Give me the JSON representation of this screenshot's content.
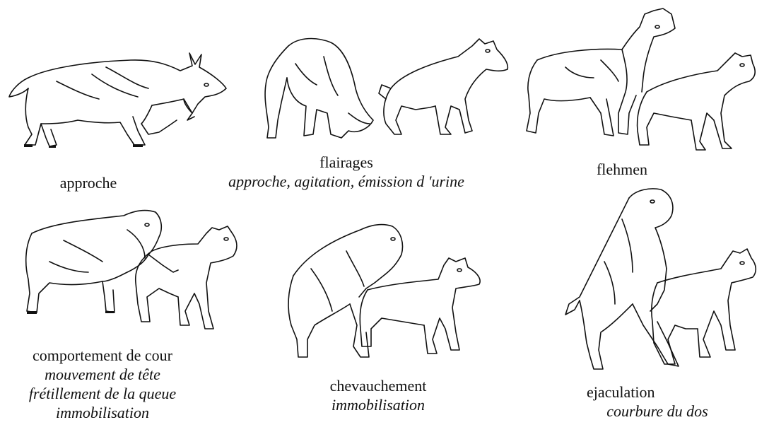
{
  "panels": {
    "approche": {
      "title": "approche",
      "subtitle": ""
    },
    "flairages": {
      "title": "flairages",
      "subtitle": "approche, agitation, émission d 'urine"
    },
    "flehmen": {
      "title": "flehmen",
      "subtitle": ""
    },
    "cour": {
      "title": "comportement de cour",
      "sub_lines": [
        "mouvement de tête",
        "frétillement de la queue",
        "immobilisation"
      ]
    },
    "chevauchement": {
      "title": "chevauchement",
      "subtitle": "immobilisation"
    },
    "ejaculation": {
      "title": "ejaculation",
      "subtitle": "courbure du dos"
    }
  }
}
